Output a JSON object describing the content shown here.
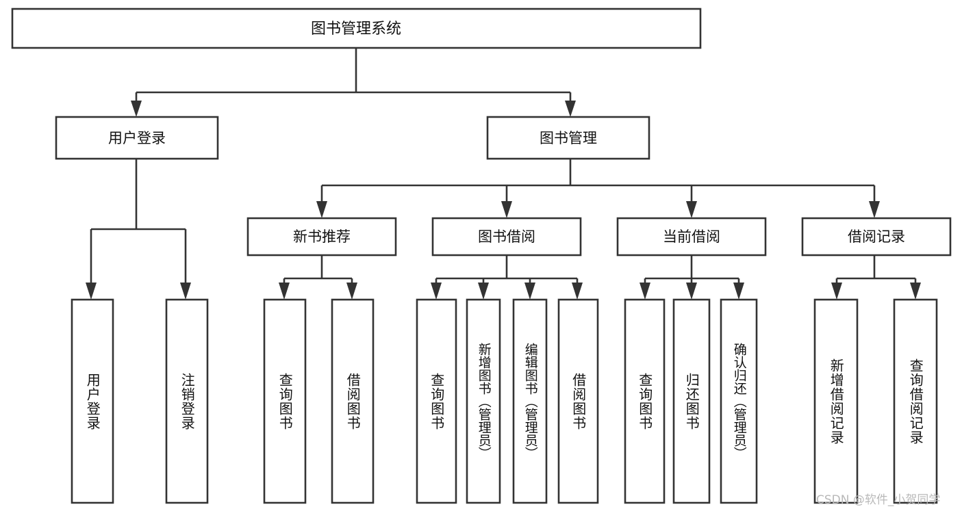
{
  "diagram": {
    "type": "tree",
    "title": "图书管理系统",
    "watermark": "CSDN @软件_小贺同学",
    "colors": {
      "stroke": "#333333",
      "fill": "#ffffff",
      "text": "#111111",
      "watermark": "#b9b9b9"
    },
    "nodes": {
      "root": {
        "label": "图书管理系统",
        "level": 1
      },
      "l2": [
        {
          "label": "用户登录",
          "level": 2
        },
        {
          "label": "图书管理",
          "level": 2
        }
      ],
      "l3": [
        {
          "label": "新书推荐",
          "level": 3
        },
        {
          "label": "图书借阅",
          "level": 3
        },
        {
          "label": "当前借阅",
          "level": 3
        },
        {
          "label": "借阅记录",
          "level": 3
        }
      ],
      "leaves": {
        "用户登录": [
          "用户登录",
          "注销登录"
        ],
        "新书推荐": [
          "查询图书",
          "借阅图书"
        ],
        "图书借阅": [
          "查询图书",
          "新增图书（管理员）",
          "编辑图书（管理员）",
          "借阅图书"
        ],
        "当前借阅": [
          "查询图书",
          "归还图书",
          "确认归还（管理员）"
        ],
        "借阅记录": [
          "新增借阅记录",
          "查询借阅记录"
        ]
      }
    },
    "edges": [
      {
        "from": "图书管理系统",
        "to": "用户登录"
      },
      {
        "from": "图书管理系统",
        "to": "图书管理"
      },
      {
        "from": "图书管理",
        "to": "新书推荐"
      },
      {
        "from": "图书管理",
        "to": "图书借阅"
      },
      {
        "from": "图书管理",
        "to": "当前借阅"
      },
      {
        "from": "图书管理",
        "to": "借阅记录"
      },
      {
        "from": "用户登录",
        "to": "用户登录"
      },
      {
        "from": "用户登录",
        "to": "注销登录"
      },
      {
        "from": "新书推荐",
        "to": "查询图书"
      },
      {
        "from": "新书推荐",
        "to": "借阅图书"
      },
      {
        "from": "图书借阅",
        "to": "查询图书"
      },
      {
        "from": "图书借阅",
        "to": "新增图书（管理员）"
      },
      {
        "from": "图书借阅",
        "to": "编辑图书（管理员）"
      },
      {
        "from": "图书借阅",
        "to": "借阅图书"
      },
      {
        "from": "当前借阅",
        "to": "查询图书"
      },
      {
        "from": "当前借阅",
        "to": "归还图书"
      },
      {
        "from": "当前借阅",
        "to": "确认归还（管理员）"
      },
      {
        "from": "借阅记录",
        "to": "新增借阅记录"
      },
      {
        "from": "借阅记录",
        "to": "查询借阅记录"
      }
    ]
  },
  "labels": {
    "root": "图书管理系统",
    "l2_0": "用户登录",
    "l2_1": "图书管理",
    "l3_0": "新书推荐",
    "l3_1": "图书借阅",
    "l3_2": "当前借阅",
    "l3_3": "借阅记录",
    "leaf_0": "用户登录",
    "leaf_1": "注销登录",
    "leaf_2": "查询图书",
    "leaf_3": "借阅图书",
    "leaf_4": "查询图书",
    "leaf_5": "新增图书（管理员）",
    "leaf_6": "编辑图书（管理员）",
    "leaf_7": "借阅图书",
    "leaf_8": "查询图书",
    "leaf_9": "归还图书",
    "leaf_10": "确认归还（管理员）",
    "leaf_11": "新增借阅记录",
    "leaf_12": "查询借阅记录",
    "watermark": "CSDN @软件_小贺同学"
  }
}
